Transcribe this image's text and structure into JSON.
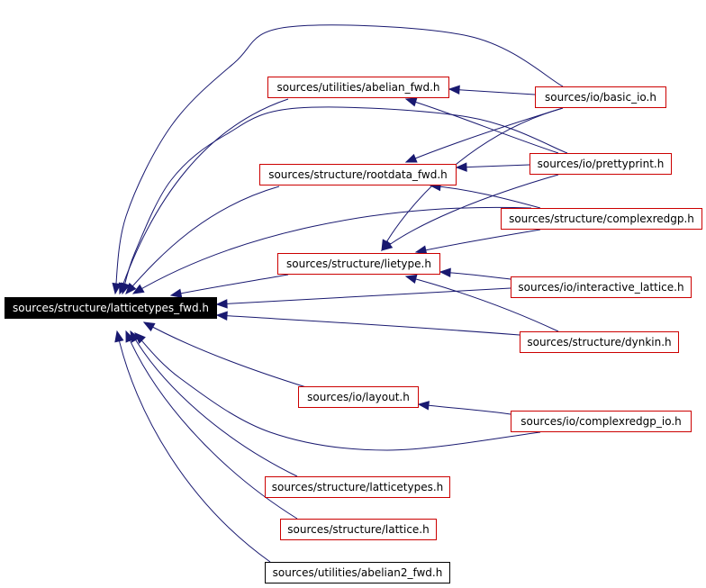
{
  "graph": {
    "edge_color": "#191970",
    "node_border_color": "#cc0000",
    "nodes": [
      {
        "id": "root",
        "label": "sources/structure/latticetypes_fwd.h",
        "style": "root"
      },
      {
        "id": "abelian_fwd",
        "label": "sources/utilities/abelian_fwd.h",
        "style": "linked"
      },
      {
        "id": "basic_io",
        "label": "sources/io/basic_io.h",
        "style": "linked"
      },
      {
        "id": "rootdata_fwd",
        "label": "sources/structure/rootdata_fwd.h",
        "style": "linked"
      },
      {
        "id": "prettyprint",
        "label": "sources/io/prettyprint.h",
        "style": "linked"
      },
      {
        "id": "complexredgp",
        "label": "sources/structure/complexredgp.h",
        "style": "linked"
      },
      {
        "id": "lietype",
        "label": "sources/structure/lietype.h",
        "style": "linked"
      },
      {
        "id": "interactive_lattice",
        "label": "sources/io/interactive_lattice.h",
        "style": "linked"
      },
      {
        "id": "dynkin",
        "label": "sources/structure/dynkin.h",
        "style": "linked"
      },
      {
        "id": "layout",
        "label": "sources/io/layout.h",
        "style": "linked"
      },
      {
        "id": "complexredgp_io",
        "label": "sources/io/complexredgp_io.h",
        "style": "linked"
      },
      {
        "id": "latticetypes",
        "label": "sources/structure/latticetypes.h",
        "style": "linked"
      },
      {
        "id": "lattice",
        "label": "sources/structure/lattice.h",
        "style": "linked"
      },
      {
        "id": "abelian2_fwd",
        "label": "sources/utilities/abelian2_fwd.h",
        "style": "plain"
      }
    ],
    "edges": [
      {
        "from": "abelian_fwd",
        "to": "root"
      },
      {
        "from": "basic_io",
        "to": "root"
      },
      {
        "from": "basic_io",
        "to": "abelian_fwd"
      },
      {
        "from": "basic_io",
        "to": "rootdata_fwd"
      },
      {
        "from": "basic_io",
        "to": "lietype"
      },
      {
        "from": "rootdata_fwd",
        "to": "root"
      },
      {
        "from": "prettyprint",
        "to": "root"
      },
      {
        "from": "prettyprint",
        "to": "abelian_fwd"
      },
      {
        "from": "prettyprint",
        "to": "rootdata_fwd"
      },
      {
        "from": "prettyprint",
        "to": "lietype"
      },
      {
        "from": "complexredgp",
        "to": "root"
      },
      {
        "from": "complexredgp",
        "to": "rootdata_fwd"
      },
      {
        "from": "complexredgp",
        "to": "lietype"
      },
      {
        "from": "lietype",
        "to": "root"
      },
      {
        "from": "interactive_lattice",
        "to": "root"
      },
      {
        "from": "interactive_lattice",
        "to": "lietype"
      },
      {
        "from": "dynkin",
        "to": "root"
      },
      {
        "from": "dynkin",
        "to": "lietype"
      },
      {
        "from": "layout",
        "to": "root"
      },
      {
        "from": "complexredgp_io",
        "to": "root"
      },
      {
        "from": "complexredgp_io",
        "to": "layout"
      },
      {
        "from": "latticetypes",
        "to": "root"
      },
      {
        "from": "lattice",
        "to": "root"
      },
      {
        "from": "abelian2_fwd",
        "to": "root"
      }
    ]
  }
}
